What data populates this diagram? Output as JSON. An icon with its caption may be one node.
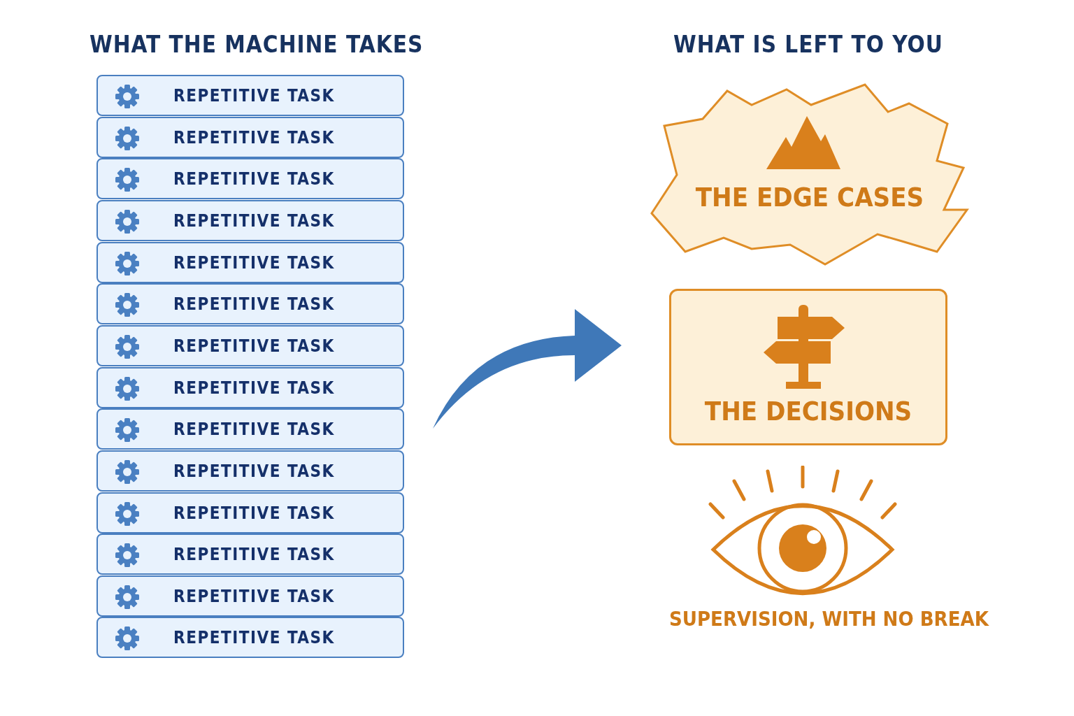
{
  "diagram": {
    "nodes": [
      {
        "text": [
          "REPETITIVE TASK"
        ]
      },
      {
        "text": [
          "REPETITIVE TASK"
        ]
      },
      {
        "text": [
          "REPETITIVE TASK"
        ]
      },
      {
        "text": [
          "REPETITIVE TASK"
        ]
      },
      {
        "text": [
          "REPETITIVE TASK"
        ]
      },
      {
        "text": [
          "REPETITIVE TASK"
        ]
      },
      {
        "text": [
          "REPETITIVE TASK"
        ]
      },
      {
        "text": [
          "REPETITIVE TASK"
        ]
      },
      {
        "text": [
          "REPETITIVE TASK"
        ]
      },
      {
        "text": [
          "REPETITIVE TASK"
        ]
      },
      {
        "text": [
          "REPETITIVE TASK"
        ]
      },
      {
        "text": [
          "REPETITIVE TASK"
        ]
      },
      {
        "text": [
          "REPETITIVE TASK"
        ]
      },
      {
        "text": [
          "REPETITIVE TASK"
        ]
      },
      {
        "text": [
          "THE EDGE CASES"
        ]
      },
      {
        "text": [
          "THE DECISIONS"
        ]
      }
    ],
    "labels": [
      "WHAT THE MACHINE TAKES",
      "WHAT IS LEFT TO YOU",
      "SUPERVISION, WITH NO BREAK"
    ]
  }
}
